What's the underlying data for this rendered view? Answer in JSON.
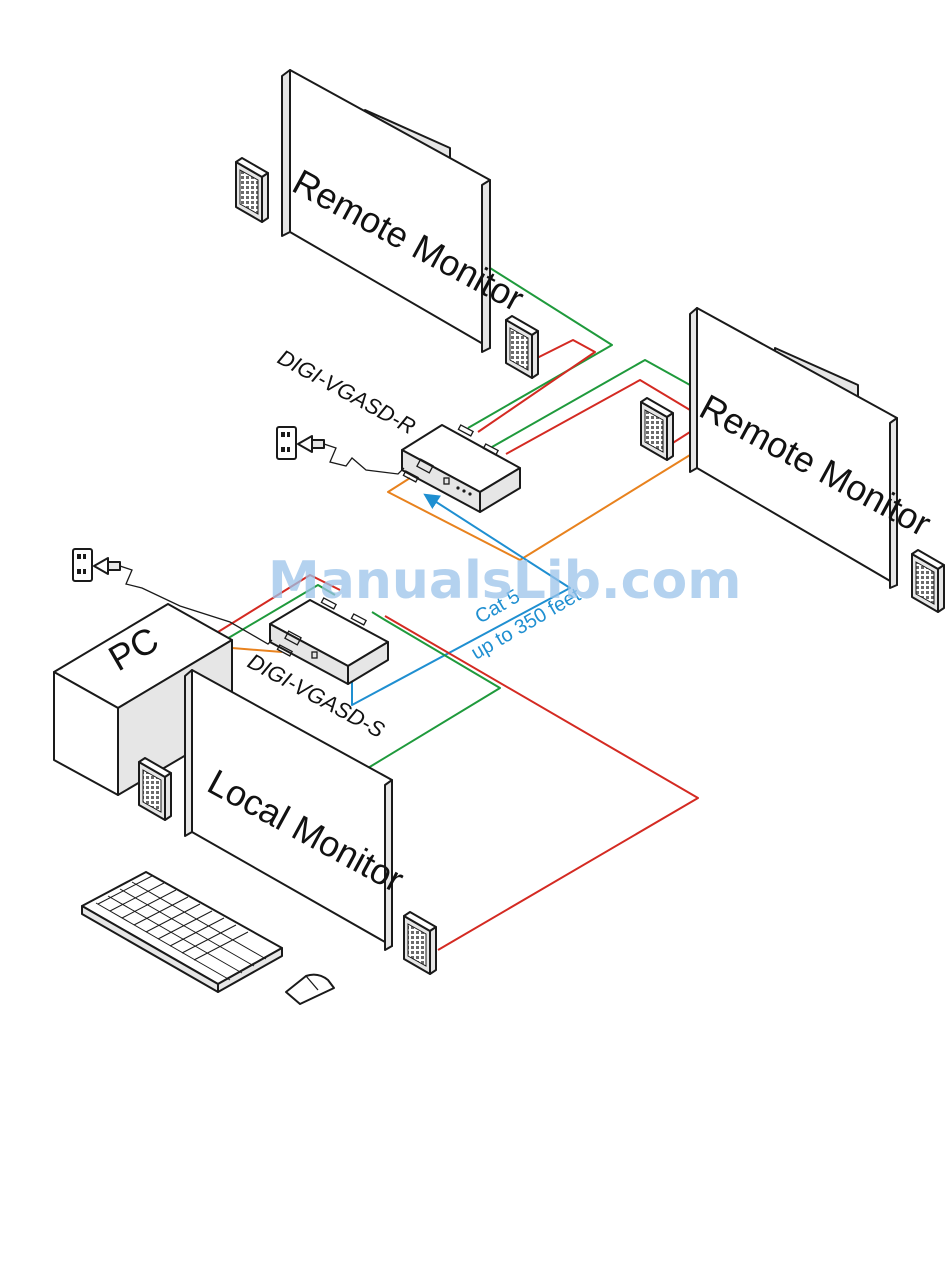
{
  "labels": {
    "remote_monitor_1": "Remote Monitor",
    "remote_monitor_2": "Remote Monitor",
    "receiver": "DIGI-VGASD-R",
    "sender": "DIGI-VGASD-S",
    "pc": "PC",
    "local_monitor": "Local Monitor",
    "cat_line1": "Cat 5",
    "cat_line2": "up to 350 feet"
  },
  "watermark": "ManualsLib.com",
  "icons": [
    "speaker-icon",
    "power-outlet-icon",
    "power-plug-icon",
    "keyboard-icon",
    "mouse-icon"
  ],
  "colors": {
    "cable_green": "#1f9a3c",
    "cable_red": "#d42a22",
    "cable_orange": "#e8821e",
    "cable_blue": "#1f8fd1",
    "watermark": "#9cc4ea"
  }
}
